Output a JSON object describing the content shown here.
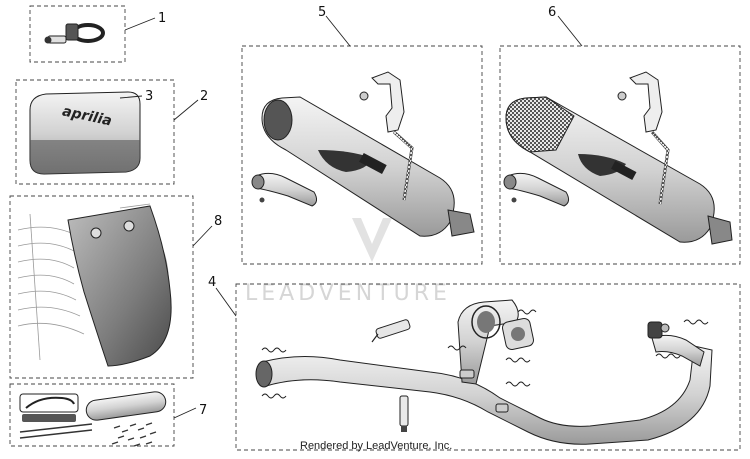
{
  "callouts": [
    "1",
    "2",
    "3",
    "4",
    "5",
    "6",
    "7",
    "8"
  ],
  "logo_text": "aprilia",
  "watermark": "LEADVENTURE",
  "credit": "Rendered by LeadVenture, Inc.",
  "colors": {
    "line": "#222222",
    "metal_light": "#e6e6e6",
    "metal_mid": "#bdbdbd",
    "metal_dark": "#7a7a7a",
    "watermark": "#d6d6d6"
  }
}
